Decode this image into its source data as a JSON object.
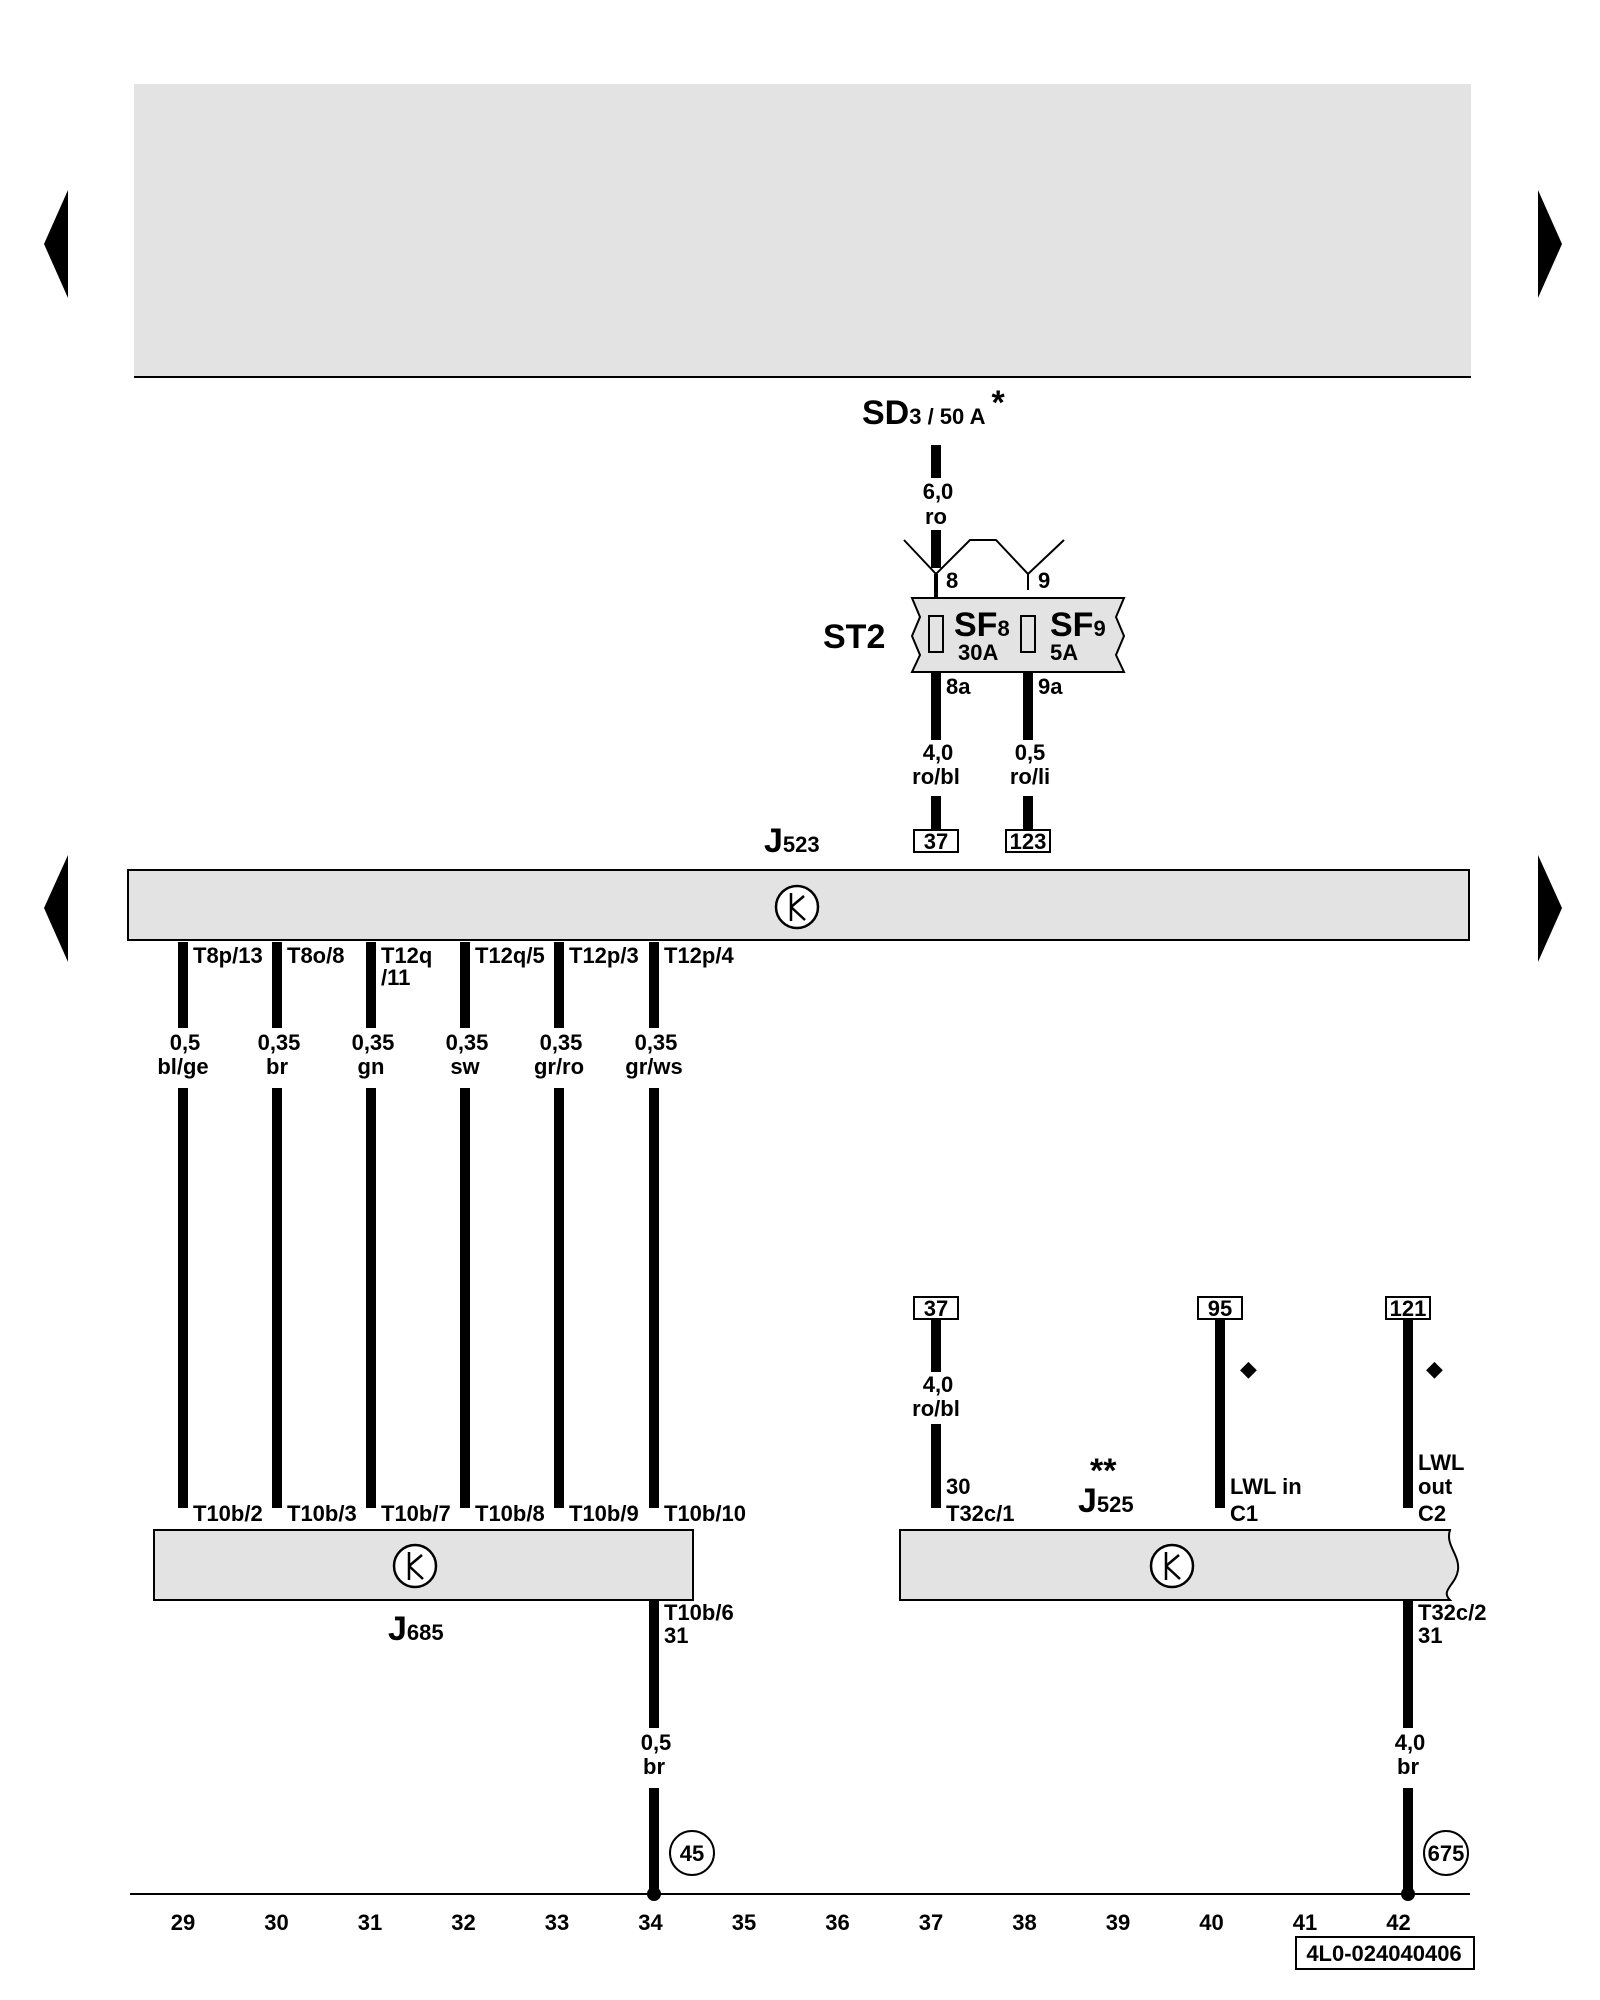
{
  "nav": {
    "prev_label": "",
    "next_label": ""
  },
  "supply": {
    "name": "SD",
    "sub": "3 / 50 A",
    "mark": "*",
    "wire_size": "6,0",
    "wire_color": "ro",
    "pin_left": "8",
    "pin_right": "9"
  },
  "fuse_box": {
    "name": "ST2",
    "fuses": [
      {
        "name": "SF",
        "num": "8",
        "rating": "30A",
        "out_pin": "8a",
        "wire_size": "4,0",
        "wire_color": "ro/bl",
        "ref": "37"
      },
      {
        "name": "SF",
        "num": "9",
        "rating": "5A",
        "out_pin": "9a",
        "wire_size": "0,5",
        "wire_color": "ro/li",
        "ref": "123"
      }
    ]
  },
  "j523": {
    "name": "J",
    "num": "523"
  },
  "j523_wires": [
    {
      "pin": "T8p/13",
      "size": "0,5",
      "color": "bl/ge",
      "pin2": "T10b/2"
    },
    {
      "pin": "T8o/8",
      "size": "0,35",
      "color": "br",
      "pin2": "T10b/3"
    },
    {
      "pin": "T12q",
      "pin_b": "/11",
      "size": "0,35",
      "color": "gn",
      "pin2": "T10b/7"
    },
    {
      "pin": "T12q/5",
      "size": "0,35",
      "color": "sw",
      "pin2": "T10b/8"
    },
    {
      "pin": "T12p/3",
      "size": "0,35",
      "color": "gr/ro",
      "pin2": "T10b/9"
    },
    {
      "pin": "T12p/4",
      "size": "0,35",
      "color": "gr/ws",
      "pin2": "T10b/10"
    }
  ],
  "j685": {
    "name": "J",
    "num": "685",
    "ground_pin": "T10b/6",
    "ground_term": "31",
    "ground_size": "0,5",
    "ground_color": "br",
    "ground_ref": "45"
  },
  "j525": {
    "name": "J",
    "num": "525",
    "mark": "**",
    "in_ref": "37",
    "in_size": "4,0",
    "in_color": "ro/bl",
    "in_term": "30",
    "in_pin": "T32c/1",
    "lwl_in_ref": "95",
    "lwl_in_label": "LWL in",
    "lwl_in_pin": "C1",
    "lwl_in_mark": "◆",
    "lwl_out_ref": "121",
    "lwl_out_label1": "LWL",
    "lwl_out_label2": "out",
    "lwl_out_pin": "C2",
    "lwl_out_mark": "◆",
    "ground_pin": "T32c/2",
    "ground_term": "31",
    "ground_size": "4,0",
    "ground_color": "br",
    "ground_ref": "675"
  },
  "columns": [
    "29",
    "30",
    "31",
    "32",
    "33",
    "34",
    "35",
    "36",
    "37",
    "38",
    "39",
    "40",
    "41",
    "42"
  ],
  "footer": {
    "code": "4L0-024040406"
  }
}
